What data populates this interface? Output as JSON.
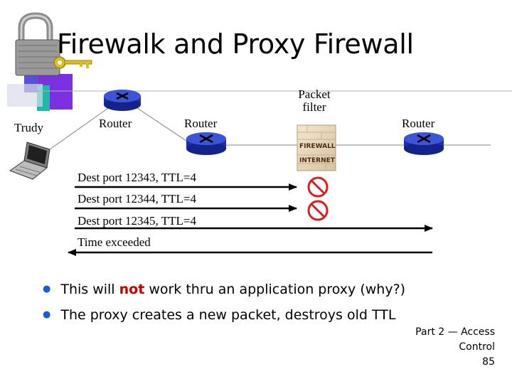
{
  "title": "Firewalk and Proxy Firewall",
  "labels": {
    "trudy": "Trudy",
    "router1": "Router",
    "router2": "Router",
    "router3": "Router",
    "packet_filter_line1": "Packet",
    "packet_filter_line2": "filter"
  },
  "firewall_image_text": [
    "FIREWALL",
    "INTERNET"
  ],
  "packets": [
    "Dest port 12343, TTL=4",
    "Dest port 12344, TTL=4",
    "Dest port 12345, TTL=4",
    "Time exceeded"
  ],
  "bullets": {
    "b1_before": "This will ",
    "b1_emph": "not",
    "b1_after": " work thru an application proxy (why?)",
    "b2": "The proxy creates a new packet, destroys old TTL"
  },
  "footer": {
    "line1": "Part 2 — Access",
    "line2": "Control",
    "page": "85"
  },
  "colors": {
    "arrow": "#000000",
    "router_body": "#1b2fa8",
    "router_top": "#3c55d6",
    "blocked": "#d42020",
    "bullet": "#1a5bd8",
    "emphasis": "#c00000"
  }
}
